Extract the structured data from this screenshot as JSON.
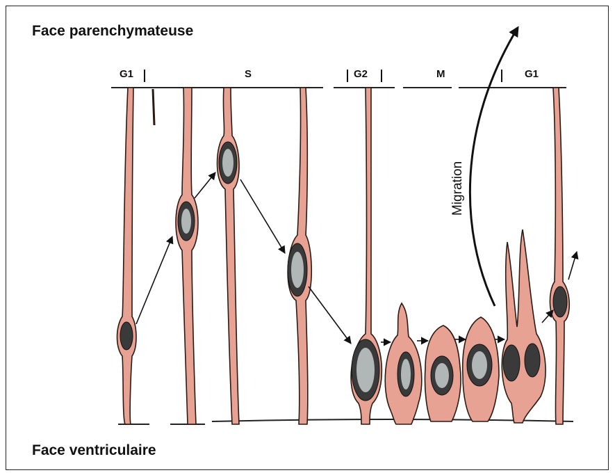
{
  "labels": {
    "top": "Face parenchymateuse",
    "bottom": "Face ventriculaire",
    "migration": "Migration"
  },
  "phases": [
    {
      "label": "G1"
    },
    {
      "label": "S"
    },
    {
      "label": "G2"
    },
    {
      "label": "M"
    },
    {
      "label": "G1"
    }
  ],
  "colors": {
    "cell_fill": "#e8a294",
    "cell_outline": "#2a1a14",
    "nucleus": "#3a3a3a",
    "arrow": "#111111"
  }
}
